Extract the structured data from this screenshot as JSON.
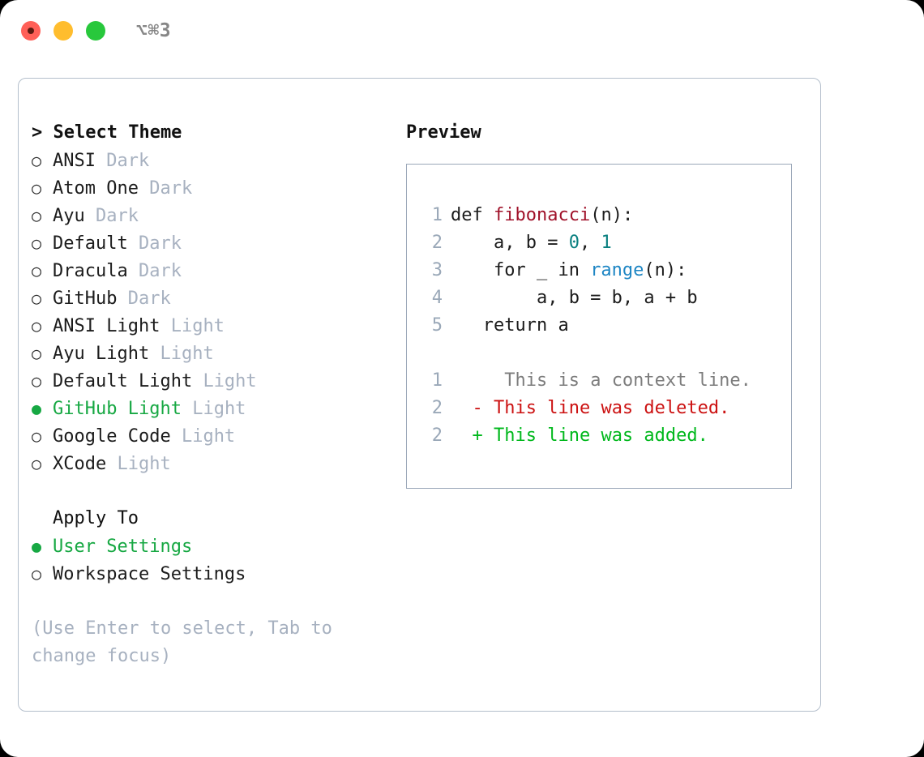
{
  "titlebar": {
    "title": "⌥⌘3",
    "buttons": [
      "close",
      "minimize",
      "maximize"
    ]
  },
  "theme_list": {
    "header": "> Select Theme",
    "items": [
      {
        "name": "ANSI",
        "kind": "Dark",
        "selected": false,
        "bullet": "○"
      },
      {
        "name": "Atom One",
        "kind": "Dark",
        "selected": false,
        "bullet": "○"
      },
      {
        "name": "Ayu",
        "kind": "Dark",
        "selected": false,
        "bullet": "○"
      },
      {
        "name": "Default",
        "kind": "Dark",
        "selected": false,
        "bullet": "○"
      },
      {
        "name": "Dracula",
        "kind": "Dark",
        "selected": false,
        "bullet": "○"
      },
      {
        "name": "GitHub",
        "kind": "Dark",
        "selected": false,
        "bullet": "○"
      },
      {
        "name": "ANSI Light",
        "kind": "Light",
        "selected": false,
        "bullet": "○"
      },
      {
        "name": "Ayu Light",
        "kind": "Light",
        "selected": false,
        "bullet": "○"
      },
      {
        "name": "Default Light",
        "kind": "Light",
        "selected": false,
        "bullet": "○"
      },
      {
        "name": "GitHub Light",
        "kind": "Light",
        "selected": true,
        "bullet": "●"
      },
      {
        "name": "Google Code",
        "kind": "Light",
        "selected": false,
        "bullet": "○"
      },
      {
        "name": "XCode",
        "kind": "Light",
        "selected": false,
        "bullet": "○"
      }
    ]
  },
  "apply_to": {
    "label": "Apply To",
    "options": [
      {
        "name": "User Settings",
        "selected": true,
        "bullet": "●"
      },
      {
        "name": "Workspace Settings",
        "selected": false,
        "bullet": "○"
      }
    ]
  },
  "hint": "(Use Enter to select, Tab to change focus)",
  "preview": {
    "title": "Preview",
    "code_lines": [
      {
        "no": "1",
        "segments": [
          {
            "text": "def ",
            "type": "plain"
          },
          {
            "text": "fibonacci",
            "type": "func"
          },
          {
            "text": "(n):",
            "type": "plain"
          }
        ]
      },
      {
        "no": "2",
        "segments": [
          {
            "text": "    a, b = ",
            "type": "plain"
          },
          {
            "text": "0",
            "type": "num"
          },
          {
            "text": ", ",
            "type": "plain"
          },
          {
            "text": "1",
            "type": "num"
          }
        ]
      },
      {
        "no": "3",
        "segments": [
          {
            "text": "    for _ in ",
            "type": "plain"
          },
          {
            "text": "range",
            "type": "call"
          },
          {
            "text": "(n):",
            "type": "plain"
          }
        ]
      },
      {
        "no": "4",
        "segments": [
          {
            "text": "        a, b = b, a + b",
            "type": "plain"
          }
        ]
      },
      {
        "no": "5",
        "segments": [
          {
            "text": "   return a",
            "type": "plain"
          }
        ]
      }
    ],
    "diff_lines": [
      {
        "no": "1",
        "marker": " ",
        "text": "  This is a context line.",
        "type": "context"
      },
      {
        "no": "2",
        "marker": "-",
        "text": " This line was deleted.",
        "type": "deleted"
      },
      {
        "no": "2",
        "marker": "+",
        "text": " This line was added.",
        "type": "added"
      }
    ]
  },
  "colors": {
    "accent_green": "#17a843",
    "muted_gray": "#a7b1c0",
    "border": "#b4bfcc",
    "preview_border": "#9aa7b8",
    "syntax_function": "#a0122a",
    "syntax_number": "#0a8080",
    "syntax_call": "#1e86c4",
    "diff_deleted": "#cc1212",
    "diff_added": "#00b81c",
    "diff_context": "#7d7d7d",
    "lineno": "#9aa8b8",
    "traffic_red": "#ff6058",
    "traffic_amber": "#ffbd2e",
    "traffic_green": "#28c83c"
  }
}
